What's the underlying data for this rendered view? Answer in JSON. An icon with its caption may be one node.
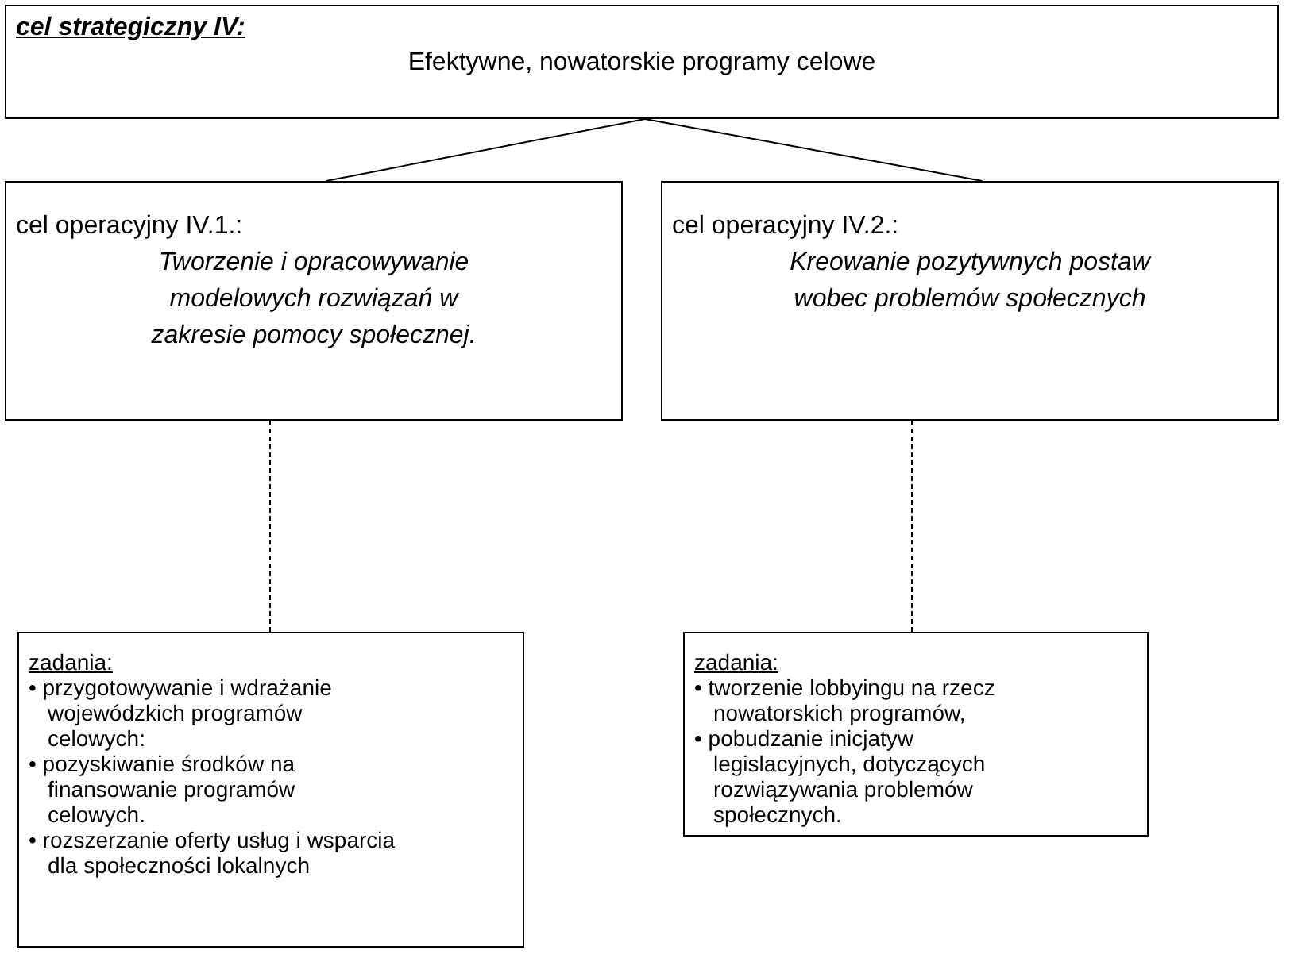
{
  "diagram": {
    "nodes": [
      {
        "text": [
          "cel strategiczny IV:",
          "Efektywne, nowatorskie programy celowe"
        ]
      },
      {
        "text": [
          "cel operacyjny IV.1.:",
          "Tworzenie i opracowywanie modelowych rozwiązań w zakresie pomocy społecznej."
        ]
      },
      {
        "text": [
          "cel operacyjny IV.2.:",
          "Kreowanie pozytywnych postaw wobec problemów społecznych"
        ]
      },
      {
        "text": [
          "zadania:",
          "• przygotowywanie i wdrażanie wojewódzkich programów celowych:",
          "• pozyskiwanie środków na finansowanie programów celowych.",
          "• rozszerzanie oferty usług i wsparcia dla społeczności lokalnych"
        ]
      },
      {
        "text": [
          "zadania:",
          "• tworzenie lobbyingu na rzecz nowatorskich programów,",
          "• pobudzanie inicjatyw legislacyjnych, dotyczących rozwiązywania problemów społecznych."
        ]
      }
    ],
    "edges": [
      {
        "from": 0,
        "to": 1,
        "arrow": "none"
      },
      {
        "from": 0,
        "to": 2,
        "arrow": "none"
      },
      {
        "from": 1,
        "to": 3,
        "arrow": "none",
        "style": "dashed"
      },
      {
        "from": 2,
        "to": 4,
        "arrow": "none",
        "style": "dashed"
      }
    ]
  }
}
